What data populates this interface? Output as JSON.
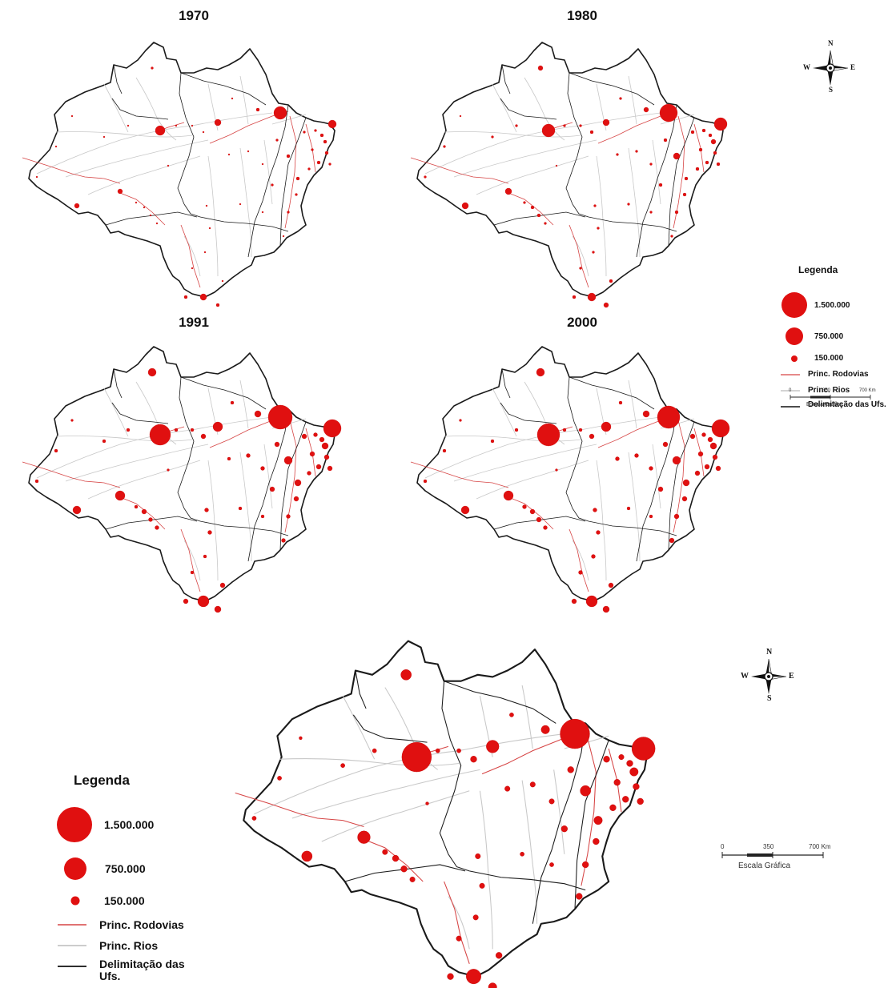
{
  "panels": [
    {
      "year": "1970",
      "scheme": 0
    },
    {
      "year": "1980",
      "scheme": 1
    },
    {
      "year": "1991",
      "scheme": 2
    },
    {
      "year": "2000",
      "scheme": 3
    }
  ],
  "legend": {
    "title": "Legenda",
    "sizes": [
      "1.500.000",
      "750.000",
      "150.000"
    ],
    "lines": [
      "Princ. Rodovias",
      "Princ. Rios",
      "Delimitação das Ufs."
    ]
  },
  "scale": {
    "ticks": [
      "0",
      "350",
      "700 Km"
    ],
    "label": "Escala Gráfica"
  },
  "compass": {
    "n": "N",
    "s": "S",
    "e": "E",
    "w": "W"
  },
  "colors": {
    "city": "#e01010",
    "city_dark": "#c40000",
    "road": "#d64545",
    "river": "#c8c8c8",
    "border": "#1a1a1a"
  }
}
